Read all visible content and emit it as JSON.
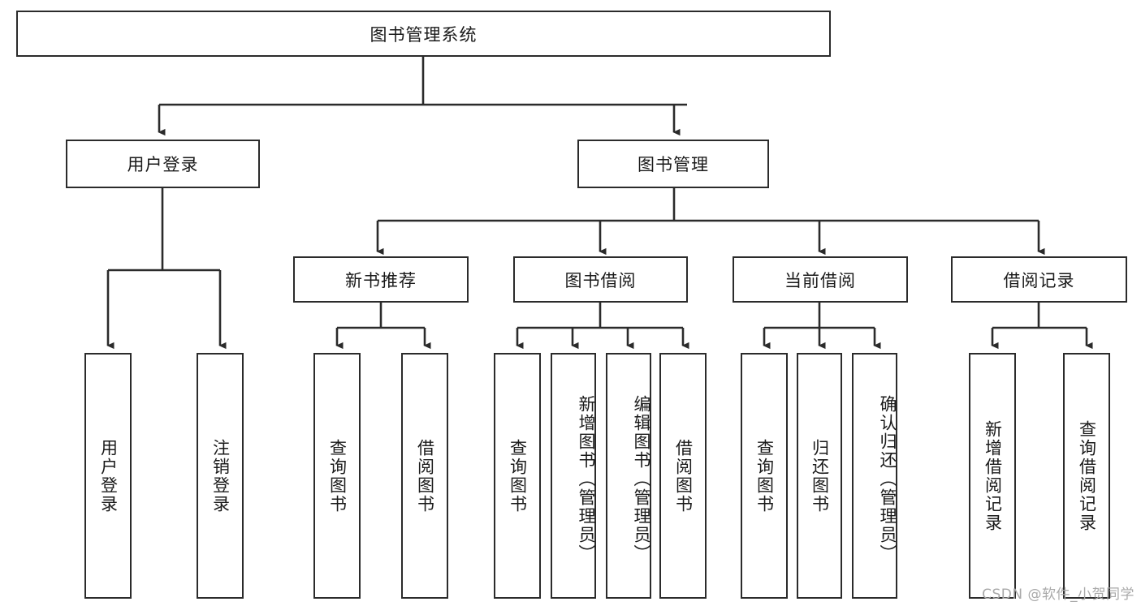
{
  "diagram": {
    "title": "图书管理系统",
    "type": "tree-hierarchy-chart",
    "colors": {
      "stroke": "#2b2b2b",
      "fill": "#ffffff",
      "text": "#1a1a1a",
      "watermark": "#a9a9a9"
    },
    "root": {
      "label": "图书管理系统"
    },
    "level2": [
      {
        "label": "用户登录"
      },
      {
        "label": "图书管理"
      }
    ],
    "level3": [
      {
        "label": "新书推荐"
      },
      {
        "label": "图书借阅"
      },
      {
        "label": "当前借阅"
      },
      {
        "label": "借阅记录"
      }
    ],
    "leaves": {
      "user_login": [
        {
          "label": "用户登录"
        },
        {
          "label": "注销登录"
        }
      ],
      "new_book_recommend": [
        {
          "label": "查询图书"
        },
        {
          "label": "借阅图书"
        }
      ],
      "book_borrow": [
        {
          "label": "查询图书"
        },
        {
          "label": "新增图书（管理员）"
        },
        {
          "label": "编辑图书（管理员）"
        },
        {
          "label": "借阅图书"
        }
      ],
      "current_borrow": [
        {
          "label": "查询图书"
        },
        {
          "label": "归还图书"
        },
        {
          "label": "确认归还（管理员）"
        }
      ],
      "borrow_record": [
        {
          "label": "新增借阅记录"
        },
        {
          "label": "查询借阅记录"
        }
      ]
    }
  },
  "watermark": {
    "text": "CSDN @软件_小贺同学"
  }
}
